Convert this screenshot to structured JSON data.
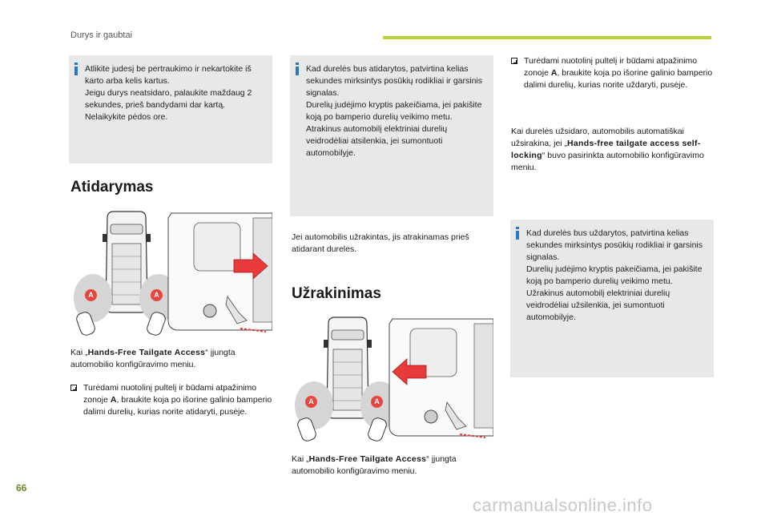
{
  "header": {
    "title": "Durys ir gaubtai"
  },
  "col1": {
    "note": "Atlikite judesį be pertraukimo ir nekartokite iš karto arba kelis kartus.\nJeigu durys neatsidaro, palaukite maždaug 2 sekundes, prieš bandydami dar kartą.\nNelaikykite pėdos ore.",
    "heading": "Atidarymas",
    "activation": {
      "prefix": "Kai „",
      "bold": "Hands-Free Tailgate Access",
      "suffix": "“ įjungta automobilio konfigūravimo meniu."
    },
    "step": {
      "prefix": "Turėdami nuotolinį pultelį ir būdami atpažinimo zonoje ",
      "bold": "A",
      "suffix": ", braukite koja po išorine galinio bamperio dalimi durelių, kurias norite atidaryti, pusėje."
    },
    "zone_labels": [
      "A",
      "A"
    ]
  },
  "col2": {
    "note": "Kad durelės bus atidarytos, patvirtina kelias sekundes mirksintys posūkių rodikliai ir garsinis signalas.\nDurelių judėjimo kryptis pakeičiama, jei pakišite koją po bamperio durelių veikimo metu.\nAtrakinus automobilį elektriniai durelių veidrodėliai atsilenkia, jei sumontuoti automobilyje.",
    "unlock_text": "Jei automobilis užrakintas, jis atrakinamas prieš atidarant dureles.",
    "heading": "Užrakinimas",
    "activation": {
      "prefix": "Kai „",
      "bold": "Hands-Free Tailgate Access",
      "suffix": "“ įjungta automobilio konfigūravimo meniu."
    },
    "zone_labels": [
      "A",
      "A"
    ]
  },
  "col3": {
    "step": {
      "prefix": "Turėdami nuotolinį pultelį ir būdami atpažinimo zonoje ",
      "bold": "A",
      "suffix": ", braukite koja po išorine galinio bamperio dalimi durelių, kurias norite uždaryti, pusėje."
    },
    "autolock": {
      "prefix": "Kai durelės užsidaro, automobilis automatiškai užsirakina, jei „",
      "bold": "Hands-free tailgate access self-locking",
      "suffix": "“ buvo pasirinkta automobilio konfigūravimo meniu."
    },
    "note": "Kad durelės bus uždarytos, patvirtina kelias sekundes mirksintys posūkių rodikliai ir garsinis signalas.\nDurelių judėjimo kryptis pakeičiama, jei pakišite koją po bamperio durelių veikimo metu.\nUžrakinus automobilį elektriniai durelių veidrodėliai užsilenkia, jei sumontuoti automobilyje."
  },
  "footer": {
    "page_number": "66",
    "watermark": "carmanualsonline.info"
  },
  "colors": {
    "accent_green": "#b5d33a",
    "info_blue": "#2a78c5",
    "zone_red": "#e8463c",
    "arrow_red": "#e83a3a"
  },
  "icons": [
    "info-icon",
    "bullet-check-icon",
    "key-fob-icon"
  ]
}
